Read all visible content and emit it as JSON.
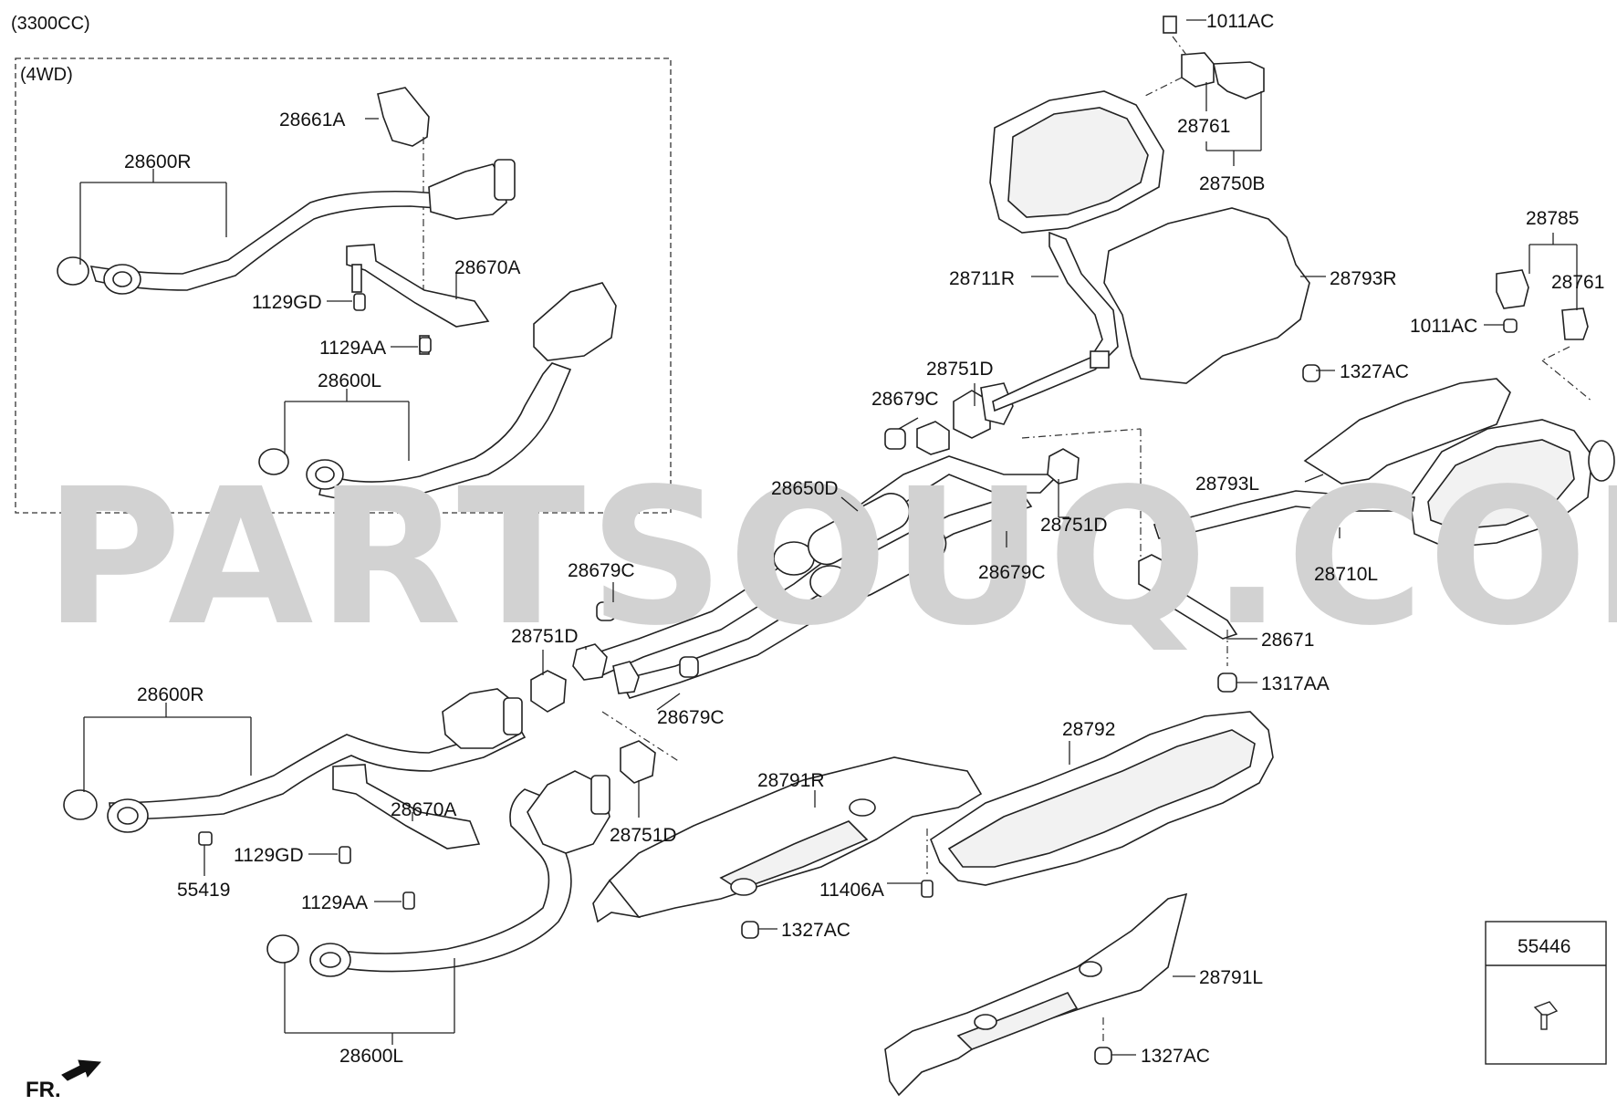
{
  "diagram": {
    "engine_note": "(3300CC)",
    "drive_note": "(4WD)",
    "watermark": "PARTSOUQ.COM",
    "front_indicator": "FR.",
    "legend_box": {
      "part_no": "55446",
      "icon": "bolt-icon"
    },
    "labels": {
      "l_1011ac_top": "1011AC",
      "l_28761_top": "28761",
      "l_28750b": "28750B",
      "l_28711r": "28711R",
      "l_28793r": "28793R",
      "l_28785": "28785",
      "l_28761_right": "28761",
      "l_1011ac_right": "1011AC",
      "l_1327ac_top": "1327AC",
      "l_28793l": "28793L",
      "l_28710l": "28710L",
      "l_28671": "28671",
      "l_1317aa": "1317AA",
      "l_28751d_center": "28751D",
      "l_28679c_center": "28679C",
      "l_28650d": "28650D",
      "l_28751d_right": "28751D",
      "l_28679c_right": "28679C",
      "l_28679c_mid": "28679C",
      "l_28751d_mid": "28751D",
      "l_28679c_low": "28679C",
      "l_28661a": "28661A",
      "l_28600r_4wd": "28600R",
      "l_28670a_4wd": "28670A",
      "l_1129gd_4wd": "1129GD",
      "l_1129aa_4wd": "1129AA",
      "l_28600l_4wd": "28600L",
      "l_28600r": "28600R",
      "l_28670a": "28670A",
      "l_1129gd": "1129GD",
      "l_1129aa": "1129AA",
      "l_55419": "55419",
      "l_28751d_low": "28751D",
      "l_28600l": "28600L",
      "l_28792": "28792",
      "l_28791r": "28791R",
      "l_11406a": "11406A",
      "l_1327ac_mid": "1327AC",
      "l_28791l": "28791L",
      "l_1327ac_bottom": "1327AC"
    }
  }
}
